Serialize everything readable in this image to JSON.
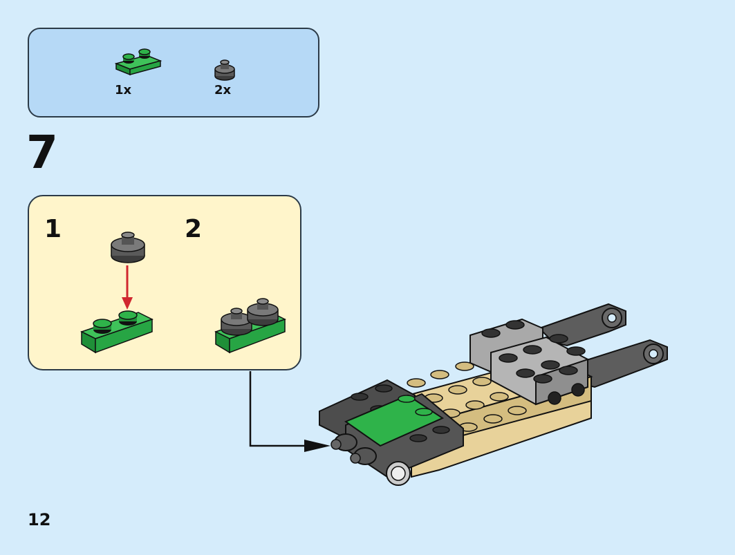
{
  "parts_list": {
    "items": [
      {
        "name": "green-plate-1x2",
        "quantity": "1x",
        "color": "#2fb34a"
      },
      {
        "name": "dark-gray-round-stud",
        "quantity": "2x",
        "color": "#6b6b6b"
      }
    ]
  },
  "step": {
    "number": "7"
  },
  "substeps": [
    {
      "number": "1"
    },
    {
      "number": "2"
    }
  ],
  "page": {
    "number": "12"
  },
  "colors": {
    "background": "#d5ecfb",
    "parts_box": "#b6d9f6",
    "substep_box": "#fff5cb",
    "green": "#2fb34a",
    "dark_gray": "#5a5a5a",
    "tan": "#e6cf96",
    "light_gray": "#a9a9a9",
    "arrow_red": "#d0272f"
  }
}
